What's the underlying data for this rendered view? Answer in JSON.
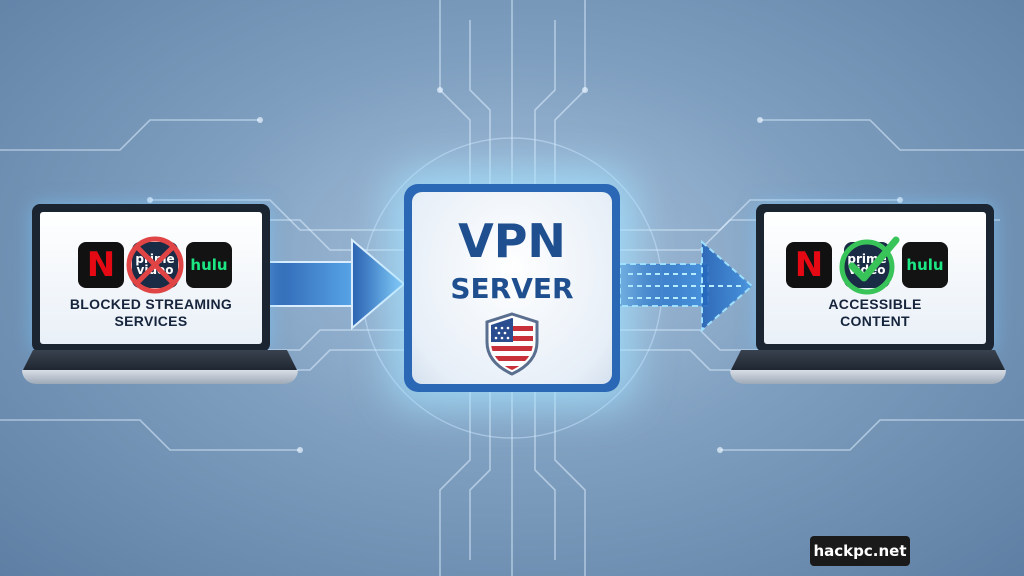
{
  "left_laptop": {
    "caption_line1": "BLOCKED STREAMING",
    "caption_line2": "SERVICES",
    "services": {
      "netflix": "N",
      "prime": "prime video",
      "hulu": "hulu"
    },
    "status_icon": "blocked-cross-icon",
    "status_color": "#e04444"
  },
  "vpn_server": {
    "line1": "VPN",
    "line2": "SERVER",
    "badge_icon": "us-flag-shield-icon"
  },
  "right_laptop": {
    "caption_line1": "ACCESSIBLE",
    "caption_line2": "CONTENT",
    "services": {
      "netflix": "N",
      "prime": "prime video",
      "hulu": "hulu"
    },
    "status_icon": "check-icon",
    "status_color": "#39c45a"
  },
  "watermark": "hackpc.net",
  "colors": {
    "accent": "#2a67b5",
    "glow": "#8fd8ff",
    "text": "#1f4f8f"
  }
}
